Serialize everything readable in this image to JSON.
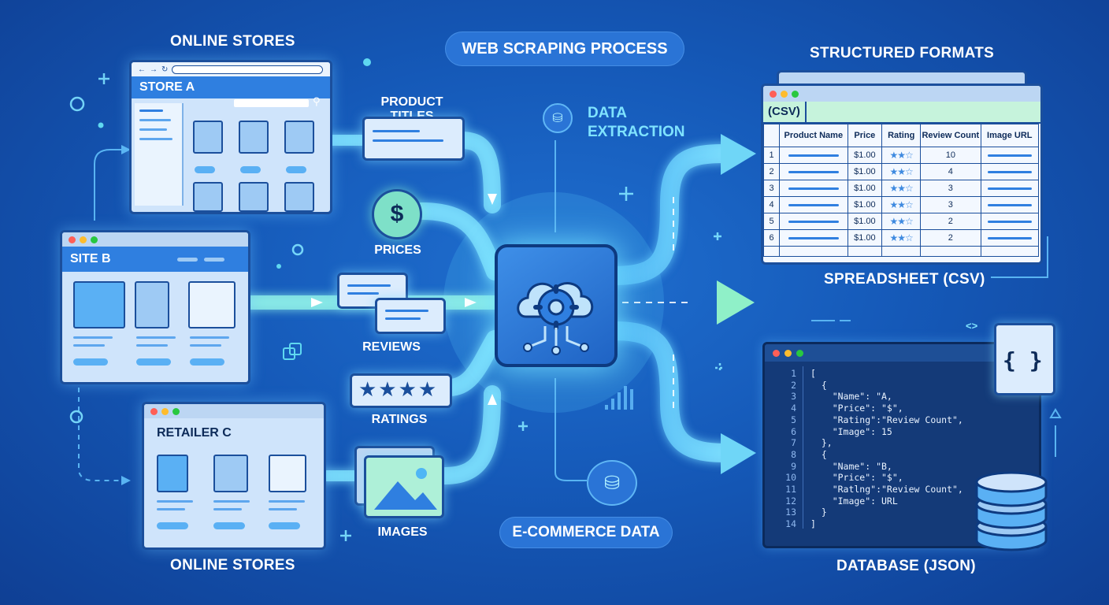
{
  "title": "WEB SCRAPING PROCESS",
  "left": {
    "top_heading": "ONLINE STORES",
    "bottom_heading": "ONLINE STORES",
    "store_a": "STORE A",
    "site_b": "SITE B",
    "retailer_c": "RETAILER C"
  },
  "data_types": {
    "product_titles": "PRODUCT TITLES",
    "prices": "PRICES",
    "reviews": "REVIEWS",
    "ratings": "RATINGS",
    "images": "IMAGES",
    "dollar_symbol": "$"
  },
  "center": {
    "extraction_label_1": "DATA",
    "extraction_label_2": "EXTRACTION",
    "ecommerce_label": "E-COMMERCE DATA"
  },
  "right": {
    "formats_heading": "STRUCTURED FORMATS",
    "csv_tag": "(CSV)",
    "spreadsheet_label": "SPREADSHEET (CSV)",
    "database_label": "DATABASE (JSON)",
    "json_icon_text": "{ }",
    "code_icon_text": "<>",
    "table": {
      "headers": [
        "",
        "Product Name",
        "Price",
        "Rating",
        "Review Count",
        "Image URL"
      ],
      "rows": [
        {
          "n": "1",
          "price": "$1.00",
          "rating": "★★☆",
          "reviews": "10"
        },
        {
          "n": "2",
          "price": "$1.00",
          "rating": "★★☆",
          "reviews": "4"
        },
        {
          "n": "3",
          "price": "$1.00",
          "rating": "★★☆",
          "reviews": "3"
        },
        {
          "n": "4",
          "price": "$1.00",
          "rating": "★★☆",
          "reviews": "3"
        },
        {
          "n": "5",
          "price": "$1.00",
          "rating": "★★☆",
          "reviews": "2"
        },
        {
          "n": "6",
          "price": "$1.00",
          "rating": "★★☆",
          "reviews": "2"
        }
      ]
    },
    "json_lines": [
      "[",
      "  {",
      "    \"Name\": \"A,",
      "    \"Price\": \"$\",",
      "    \"Rating\":\"Review Count\",",
      "    \"Image\": 15",
      "  },",
      "  {",
      "    \"Name\": \"B,",
      "    \"Price\": \"$\",",
      "    \"Ratlng\":\"Review Count\",",
      "    \"Image\": URL",
      "  }",
      "]"
    ],
    "line_numbers": [
      "1",
      "2",
      "3",
      "4",
      "5",
      "6",
      "7",
      "8",
      "9",
      "10",
      "11",
      "12",
      "13",
      "14"
    ]
  },
  "colors": {
    "background": "#1559b8",
    "flow_glow": "#7fe3ff",
    "flow_green": "#7ff0c0",
    "accent": "#2f7fe0",
    "panel_border": "#1b4f9c"
  }
}
